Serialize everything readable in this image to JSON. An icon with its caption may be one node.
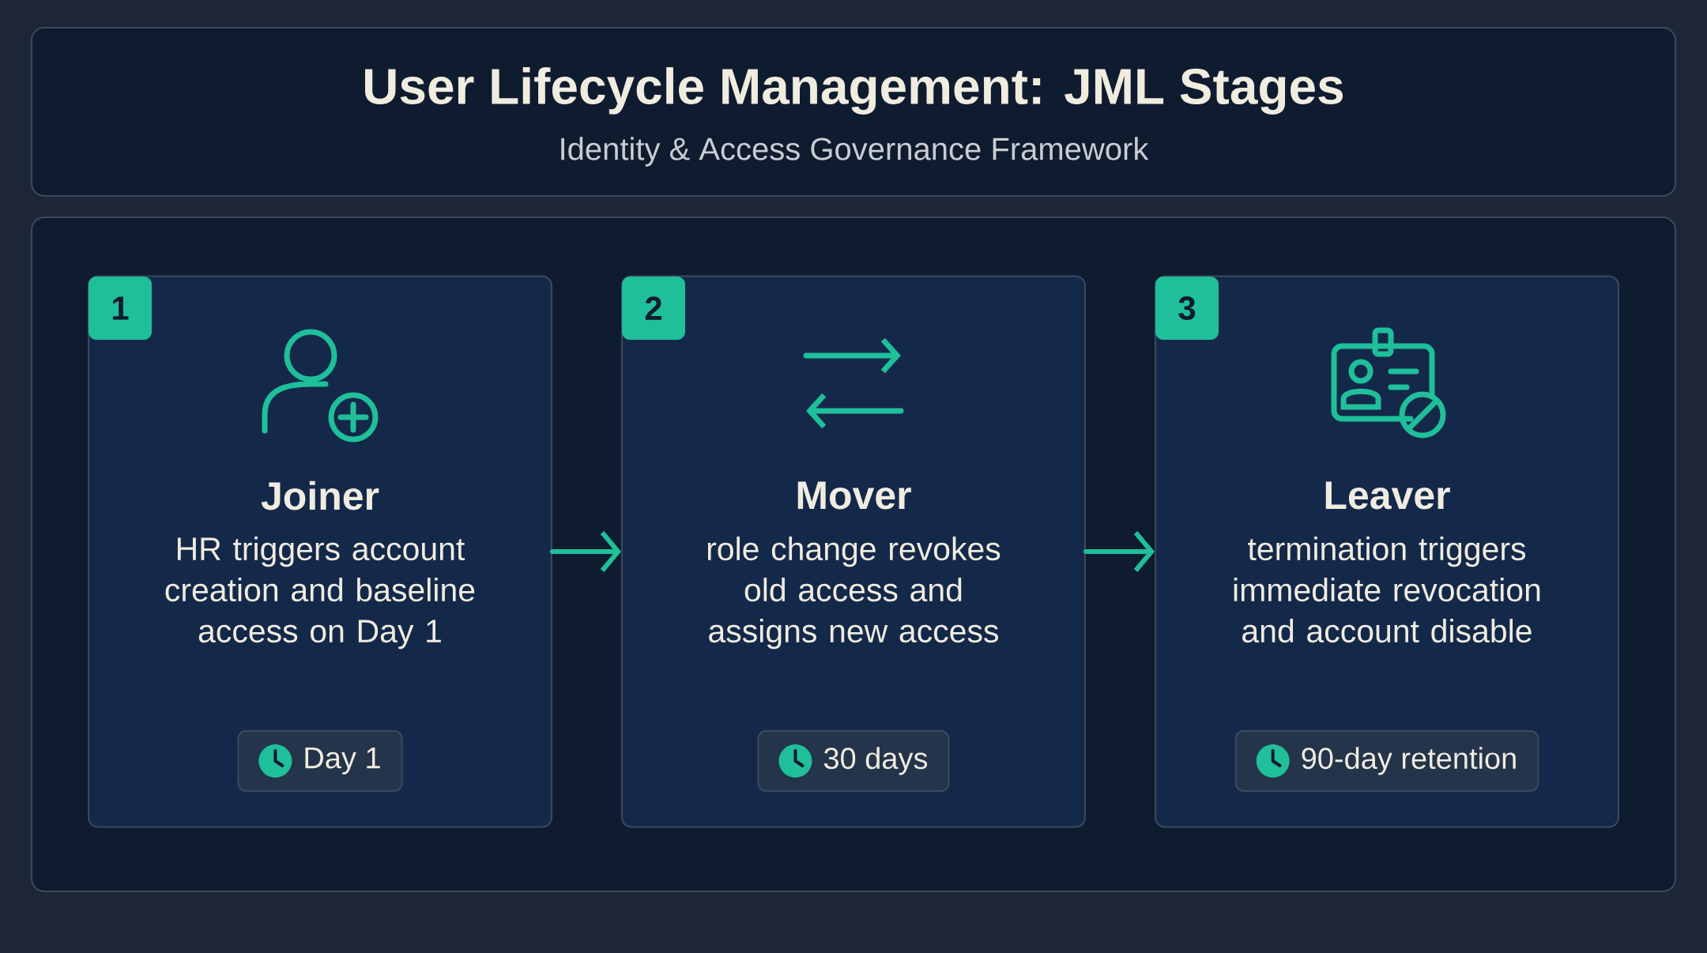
{
  "diagram": {
    "title": "User Lifecycle Management: JML Stages",
    "nodes": [
      {
        "text": [
          "Joiner",
          "HR triggers account creation and baseline access on Day 1"
        ]
      },
      {
        "text": [
          "1"
        ],
        "in": 0
      },
      {
        "text": [
          "Day 1"
        ],
        "in": 0
      },
      {
        "text": [
          "Mover",
          "role change revokes old access and assigns new access"
        ]
      },
      {
        "text": [
          "2"
        ],
        "in": 3
      },
      {
        "text": [
          "30 days"
        ],
        "in": 3
      },
      {
        "text": [
          "Leaver",
          "termination triggers immediate revocation and account disable"
        ]
      },
      {
        "text": [
          "3"
        ],
        "in": 6
      },
      {
        "text": [
          "90-day retention"
        ],
        "in": 6
      }
    ],
    "edges": [
      {
        "from": 0,
        "to": 3,
        "arrow": "to"
      },
      {
        "from": 3,
        "to": 6,
        "arrow": "to"
      }
    ],
    "labels": [
      "Identity & Access Governance Framework"
    ]
  }
}
